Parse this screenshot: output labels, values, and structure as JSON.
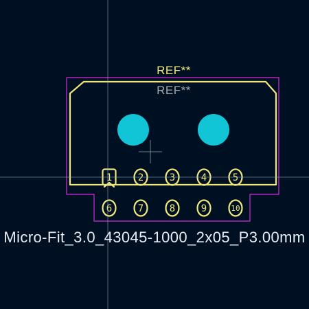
{
  "canvas": {
    "background": "#001023",
    "silkscreen_color": "#f2e77d",
    "courtyard_color": "#d62bd8",
    "fab_text_color": "#a7a7a7",
    "hole_color": "#11c5d6"
  },
  "labels": {
    "ref_top": "REF**",
    "ref_fab": "REF**",
    "footprint_name": "Micro-Fit_3.0_43045-1000_2x05_P3.00mm"
  },
  "pads": {
    "row_top": [
      "1",
      "2",
      "3",
      "4",
      "5"
    ],
    "row_bottom": [
      "6",
      "7",
      "8",
      "9",
      "10"
    ]
  },
  "mounting_holes": [
    "hole-left",
    "hole-right"
  ]
}
